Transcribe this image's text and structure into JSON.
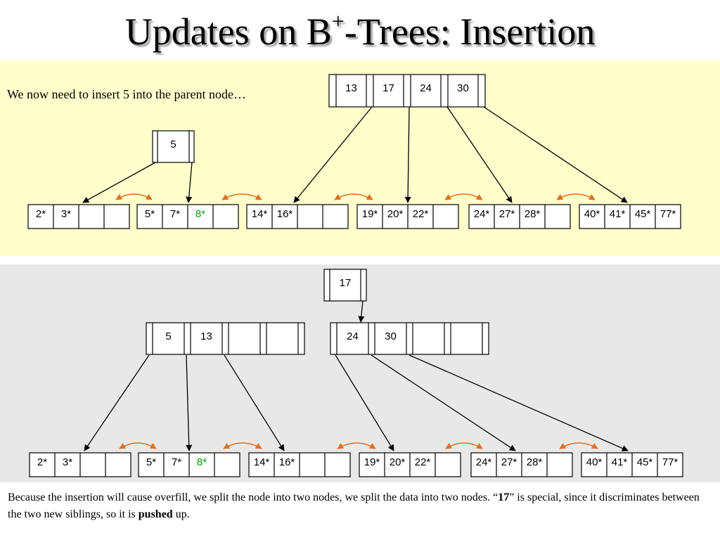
{
  "title": {
    "main": "Updates on B",
    "sup": "+",
    "rest": "-Trees:  Insertion"
  },
  "top": {
    "caption": "We now need to insert 5 into the parent node…",
    "root_keys": [
      "13",
      "17",
      "24",
      "30"
    ],
    "new_key": "5",
    "leaves": [
      [
        "2*",
        "3*",
        "",
        ""
      ],
      [
        "5*",
        "7*",
        "8*",
        ""
      ],
      [
        "14*",
        "16*",
        "",
        ""
      ],
      [
        "19*",
        "20*",
        "22*",
        ""
      ],
      [
        "24*",
        "27*",
        "28*",
        ""
      ],
      [
        "40*",
        "41*",
        "45*",
        "77*"
      ]
    ]
  },
  "bottom": {
    "root_key": "17",
    "left_keys": [
      "5",
      "13",
      "",
      ""
    ],
    "right_keys": [
      "24",
      "30",
      "",
      ""
    ],
    "leaves": [
      [
        "2*",
        "3*",
        "",
        ""
      ],
      [
        "5*",
        "7*",
        "8*",
        ""
      ],
      [
        "14*",
        "16*",
        "",
        ""
      ],
      [
        "19*",
        "20*",
        "22*",
        ""
      ],
      [
        "24*",
        "27*",
        "28*",
        ""
      ],
      [
        "40*",
        "41*",
        "45*",
        "77*"
      ]
    ]
  },
  "highlight_entry": "8*",
  "footer": {
    "part1": "Because the insertion will cause overfill, we split the node into two nodes, we split the data into two nodes. “",
    "bold1": "17",
    "part2": "” is special, since it discriminates between the two new siblings, so it is ",
    "bold2": "pushed",
    "part3": " up."
  },
  "colors": {
    "top_bg": "#ffffcc",
    "bottom_bg": "#e8e8e8",
    "sibling_arrow": "#e07020",
    "highlight": "#00a000"
  }
}
